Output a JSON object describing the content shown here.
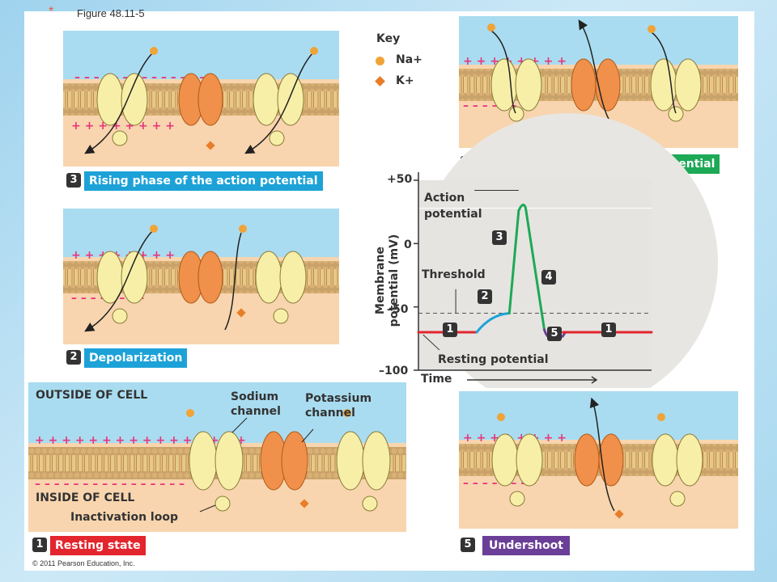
{
  "figure_title": "Figure 48.11-5",
  "copyright": "© 2011 Pearson Education, Inc.",
  "key": {
    "title": "Key",
    "items": [
      {
        "label": "Na+",
        "color": "#f0a438"
      },
      {
        "label": "K+",
        "color": "#e87d2a"
      }
    ]
  },
  "panels": {
    "rising": {
      "num": "3",
      "caption": "Rising phase of the action potential",
      "color": "#1da2d8"
    },
    "depol": {
      "num": "2",
      "caption": "Depolarization",
      "color": "#1da2d8"
    },
    "resting": {
      "num": "1",
      "caption": "Resting state",
      "color": "#e3252d",
      "outside": "OUTSIDE OF CELL",
      "inside": "INSIDE OF CELL",
      "sodium": "Sodium channel",
      "potassium": "Potassium channel",
      "loop": "Inactivation loop"
    },
    "falling": {
      "num": "4",
      "caption": "Falling phase of the action potential",
      "color": "#1da956"
    },
    "undershoot": {
      "num": "5",
      "caption": "Undershoot",
      "color": "#6b3f98"
    }
  },
  "chart_data": {
    "type": "line",
    "ylabel": "Membrane potential (mV)",
    "xlabel": "Time",
    "y_ticks": [
      "+50",
      "0",
      "–50",
      "–100"
    ],
    "ylim": [
      -100,
      50
    ],
    "threshold": -55,
    "annotations": [
      "Action potential",
      "Threshold",
      "Resting potential"
    ],
    "phase_labels": [
      "1",
      "2",
      "3",
      "4",
      "5",
      "1"
    ],
    "series": [
      {
        "phase": "resting",
        "color": "#e3252d",
        "x": [
          0,
          25
        ],
        "y": [
          -70,
          -70
        ]
      },
      {
        "phase": "depolarization",
        "color": "#1da2d8",
        "x": [
          25,
          39
        ],
        "y": [
          -70,
          -55
        ]
      },
      {
        "phase": "rising",
        "color": "#1da956",
        "x": [
          39,
          45
        ],
        "y": [
          -55,
          30
        ]
      },
      {
        "phase": "falling",
        "color": "#1da956",
        "x": [
          45,
          54
        ],
        "y": [
          30,
          -72
        ]
      },
      {
        "phase": "undershoot",
        "color": "#6b3f98",
        "x": [
          54,
          62
        ],
        "y": [
          -72,
          -73
        ]
      },
      {
        "phase": "resting",
        "color": "#e3252d",
        "x": [
          62,
          100
        ],
        "y": [
          -70,
          -70
        ]
      }
    ]
  }
}
